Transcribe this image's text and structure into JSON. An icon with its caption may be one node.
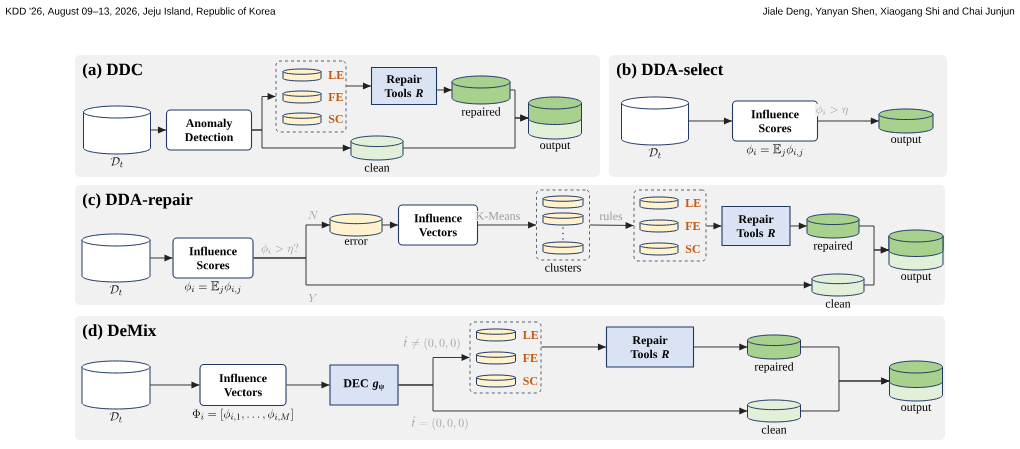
{
  "diagram": {
    "nodes": [
      {
        "text": [
          "(a) DDC"
        ]
      },
      {
        "text": [],
        "shape": "cylinder",
        "in": 0,
        "beside": [
          "\\mathcal{D}_t"
        ]
      },
      {
        "text": [
          "Anomaly Detection"
        ],
        "in": 0
      },
      {
        "text": [],
        "shape": "box",
        "in": 0
      },
      {
        "text": [],
        "shape": "cylinder",
        "in": 3,
        "beside": [
          "LE"
        ]
      },
      {
        "text": [],
        "shape": "cylinder",
        "in": 3,
        "beside": [
          "FE"
        ]
      },
      {
        "text": [],
        "shape": "cylinder",
        "in": 3,
        "beside": [
          "SC"
        ]
      },
      {
        "text": [
          "Repair Tools *R*"
        ],
        "in": 0
      },
      {
        "text": [],
        "shape": "cylinder",
        "in": 0,
        "beside": [
          "repaired"
        ]
      },
      {
        "text": [],
        "shape": "cylinder",
        "in": 0,
        "beside": [
          "clean"
        ]
      },
      {
        "text": [],
        "shape": "cylinder",
        "in": 0,
        "beside": [
          "output"
        ]
      },
      {
        "text": [
          "(b) DDA-select"
        ]
      },
      {
        "text": [],
        "shape": "cylinder",
        "in": 11,
        "beside": [
          "\\mathcal{D}_t"
        ]
      },
      {
        "text": [
          "Influence Scores"
        ],
        "in": 11,
        "beside": [
          "\\phi_i = \\mathbb{E}_j\\phi_{i,j}"
        ]
      },
      {
        "text": [],
        "shape": "cylinder",
        "in": 11,
        "beside": [
          "output"
        ]
      },
      {
        "text": [
          "(c) DDA-repair"
        ]
      },
      {
        "text": [],
        "shape": "cylinder",
        "in": 15,
        "beside": [
          "\\mathcal{D}_t"
        ]
      },
      {
        "text": [
          "Influence Scores"
        ],
        "in": 15,
        "beside": [
          "\\phi_i = \\mathbb{E}_j\\phi_{i,j}"
        ]
      },
      {
        "text": [],
        "shape": "cylinder",
        "in": 15,
        "beside": [
          "error"
        ]
      },
      {
        "text": [
          "Influence Vectors"
        ],
        "in": 15
      },
      {
        "text": [],
        "shape": "box",
        "in": 15,
        "beside": [
          "clusters"
        ]
      },
      {
        "text": [],
        "shape": "cylinder",
        "in": 20
      },
      {
        "text": [],
        "shape": "cylinder",
        "in": 20
      },
      {
        "text": [],
        "shape": "cylinder",
        "in": 20
      },
      {
        "text": [],
        "shape": "box",
        "in": 15
      },
      {
        "text": [],
        "shape": "cylinder",
        "in": 24,
        "beside": [
          "LE"
        ]
      },
      {
        "text": [],
        "shape": "cylinder",
        "in": 24,
        "beside": [
          "FE"
        ]
      },
      {
        "text": [],
        "shape": "cylinder",
        "in": 24,
        "beside": [
          "SC"
        ]
      },
      {
        "text": [
          "Repair Tools *R*"
        ],
        "in": 15
      },
      {
        "text": [],
        "shape": "cylinder",
        "in": 15,
        "beside": [
          "repaired"
        ]
      },
      {
        "text": [],
        "shape": "cylinder",
        "in": 15,
        "beside": [
          "clean"
        ]
      },
      {
        "text": [],
        "shape": "cylinder",
        "in": 15,
        "beside": [
          "output"
        ]
      },
      {
        "text": [
          "(d) DeMix"
        ]
      },
      {
        "text": [],
        "shape": "cylinder",
        "in": 32,
        "beside": [
          "\\mathcal{D}_t"
        ]
      },
      {
        "text": [
          "Influence Vectors"
        ],
        "in": 32,
        "beside": [
          "\\Phi_i = [\\phi_{i,1}, \\dots, \\phi_{i,M}]"
        ]
      },
      {
        "text": [
          "DEC *g*$_{ψ}$"
        ],
        "in": 32
      },
      {
        "text": [],
        "shape": "box",
        "in": 32
      },
      {
        "text": [],
        "shape": "cylinder",
        "in": 36,
        "beside": [
          "LE"
        ]
      },
      {
        "text": [],
        "shape": "cylinder",
        "in": 36,
        "beside": [
          "FE"
        ]
      },
      {
        "text": [],
        "shape": "cylinder",
        "in": 36,
        "beside": [
          "SC"
        ]
      },
      {
        "text": [
          "Repair Tools *R*"
        ],
        "in": 32
      },
      {
        "text": [],
        "shape": "cylinder",
        "in": 32,
        "beside": [
          "repaired"
        ]
      },
      {
        "text": [],
        "shape": "cylinder",
        "in": 32,
        "beside": [
          "clean"
        ]
      },
      {
        "text": [],
        "shape": "cylinder",
        "in": 32,
        "beside": [
          "output"
        ]
      }
    ],
    "edges": [
      {
        "from": 1,
        "to": 2,
        "arrow": "to"
      },
      {
        "from": 2,
        "to": 3,
        "arrow": "to"
      },
      {
        "from": 2,
        "to": 9,
        "arrow": "to"
      },
      {
        "from": 3,
        "to": 7,
        "arrow": "to"
      },
      {
        "from": 7,
        "to": 8,
        "arrow": "to"
      },
      {
        "from": 8,
        "to": 10,
        "arrow": "to"
      },
      {
        "from": 9,
        "to": 10,
        "arrow": "to"
      },
      {
        "from": 12,
        "to": 13,
        "arrow": "to"
      },
      {
        "from": 13,
        "to": 14,
        "arrow": "to",
        "label": "\\phi_i > \\eta"
      },
      {
        "from": 16,
        "to": 17,
        "arrow": "to"
      },
      {
        "from": 17,
        "to": 18,
        "arrow": "to",
        "label": "N"
      },
      {
        "from": 17,
        "to": 30,
        "arrow": "to",
        "label": "Y"
      },
      {
        "from": 18,
        "to": 19,
        "arrow": "to"
      },
      {
        "from": 19,
        "to": 20,
        "arrow": "to",
        "label": "K-Means"
      },
      {
        "from": 20,
        "to": 24,
        "arrow": "to",
        "label": "rules"
      },
      {
        "from": 24,
        "to": 28,
        "arrow": "to"
      },
      {
        "from": 28,
        "to": 29,
        "arrow": "to"
      },
      {
        "from": 29,
        "to": 31,
        "arrow": "to"
      },
      {
        "from": 30,
        "to": 31,
        "arrow": "to"
      },
      {
        "from": 33,
        "to": 34,
        "arrow": "to"
      },
      {
        "from": 34,
        "to": 35,
        "arrow": "to"
      },
      {
        "from": 35,
        "to": 36,
        "arrow": "to",
        "label": "\\hat{t} \\neq (0,0,0)"
      },
      {
        "from": 35,
        "to": 42,
        "arrow": "to",
        "label": "\\hat{t} = (0,0,0)"
      },
      {
        "from": 36,
        "to": 40,
        "arrow": "to"
      },
      {
        "from": 40,
        "to": 41,
        "arrow": "to"
      },
      {
        "from": 41,
        "to": 43,
        "arrow": "to"
      },
      {
        "from": 42,
        "to": 43,
        "arrow": "to"
      }
    ],
    "labels": [
      "KDD '26, August 09–13, 2026, Jeju Island, Republic of Korea",
      "Jiale Deng, Yanyan Shen, Xiaogang Shi and Chai Junjun",
      "\\phi_i > \\eta?"
    ]
  }
}
